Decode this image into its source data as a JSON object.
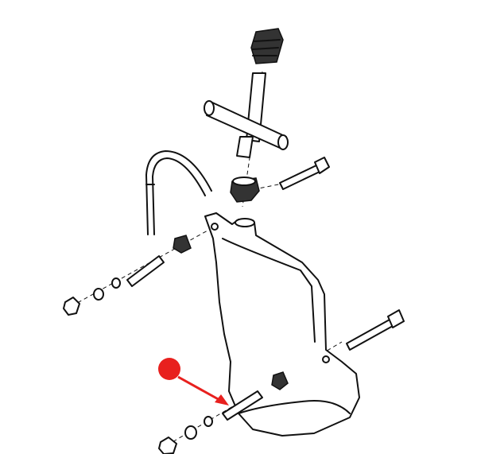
{
  "colors": {
    "line": "#111111",
    "background": "#ffffff",
    "highlight": "#e8201e"
  },
  "annotation": {
    "marker": "red-dot",
    "pointer": "red-arrow",
    "target_part": "spacer-sleeve"
  }
}
